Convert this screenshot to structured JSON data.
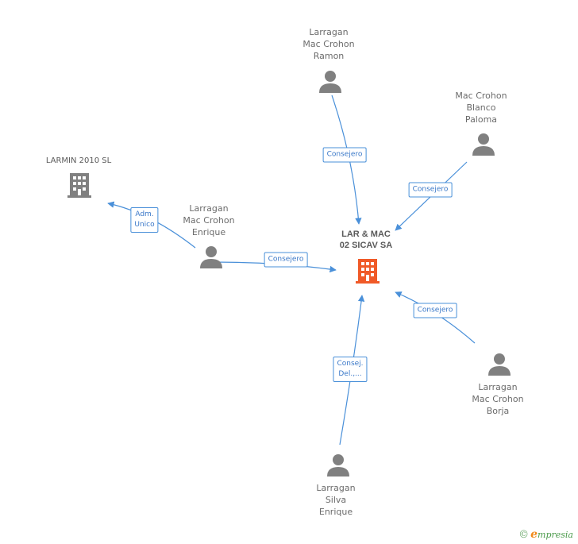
{
  "center": {
    "name_line1": "LAR & MAC",
    "name_line2": "02 SICAV SA",
    "color": "#f05a28"
  },
  "company_larmin": {
    "name": "LARMIN 2010 SL"
  },
  "people": {
    "ramon": {
      "line1": "Larragan",
      "line2": "Mac Crohon",
      "line3": "Ramon"
    },
    "paloma": {
      "line1": "Mac Crohon",
      "line2": "Blanco",
      "line3": "Paloma"
    },
    "enrique": {
      "line1": "Larragan",
      "line2": "Mac Crohon",
      "line3": "Enrique"
    },
    "borja": {
      "line1": "Larragan",
      "line2": "Mac Crohon",
      "line3": "Borja"
    },
    "silva": {
      "line1": "Larragan",
      "line2": "Silva",
      "line3": "Enrique"
    }
  },
  "edges": {
    "ramon": "Consejero",
    "paloma": "Consejero",
    "enrique": "Consejero",
    "borja": "Consejero",
    "silva_1": "Consej.",
    "silva_2": "Del.,...",
    "larmin_1": "Adm.",
    "larmin_2": "Unico"
  },
  "footer": {
    "copyright": "©",
    "brand_first": "e",
    "brand_rest": "mpresia"
  },
  "colors": {
    "edge": "#4a90d9",
    "person": "#808080",
    "company": "#808080",
    "center": "#f05a28"
  }
}
